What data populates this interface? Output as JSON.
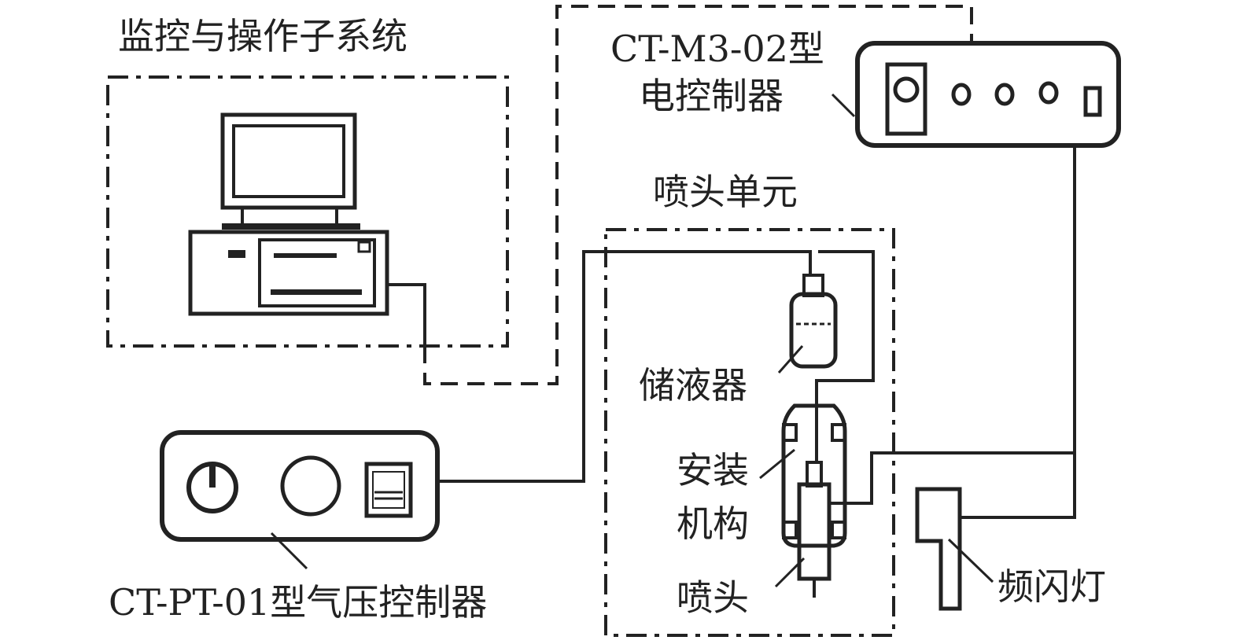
{
  "labels": {
    "monitoring_subsystem": "监控与操作子系统",
    "electric_controller_model": "CT-M3-02型",
    "electric_controller_name": "电控制器",
    "nozzle_unit": "喷头单元",
    "reservoir": "储液器",
    "mount_line1": "安装",
    "mount_line2": "机构",
    "nozzle": "喷头",
    "strobe": "频闪灯",
    "pressure_controller": "CT-PT-01型气压控制器"
  },
  "colors": {
    "ink": "#222222",
    "background": "#ffffff"
  }
}
